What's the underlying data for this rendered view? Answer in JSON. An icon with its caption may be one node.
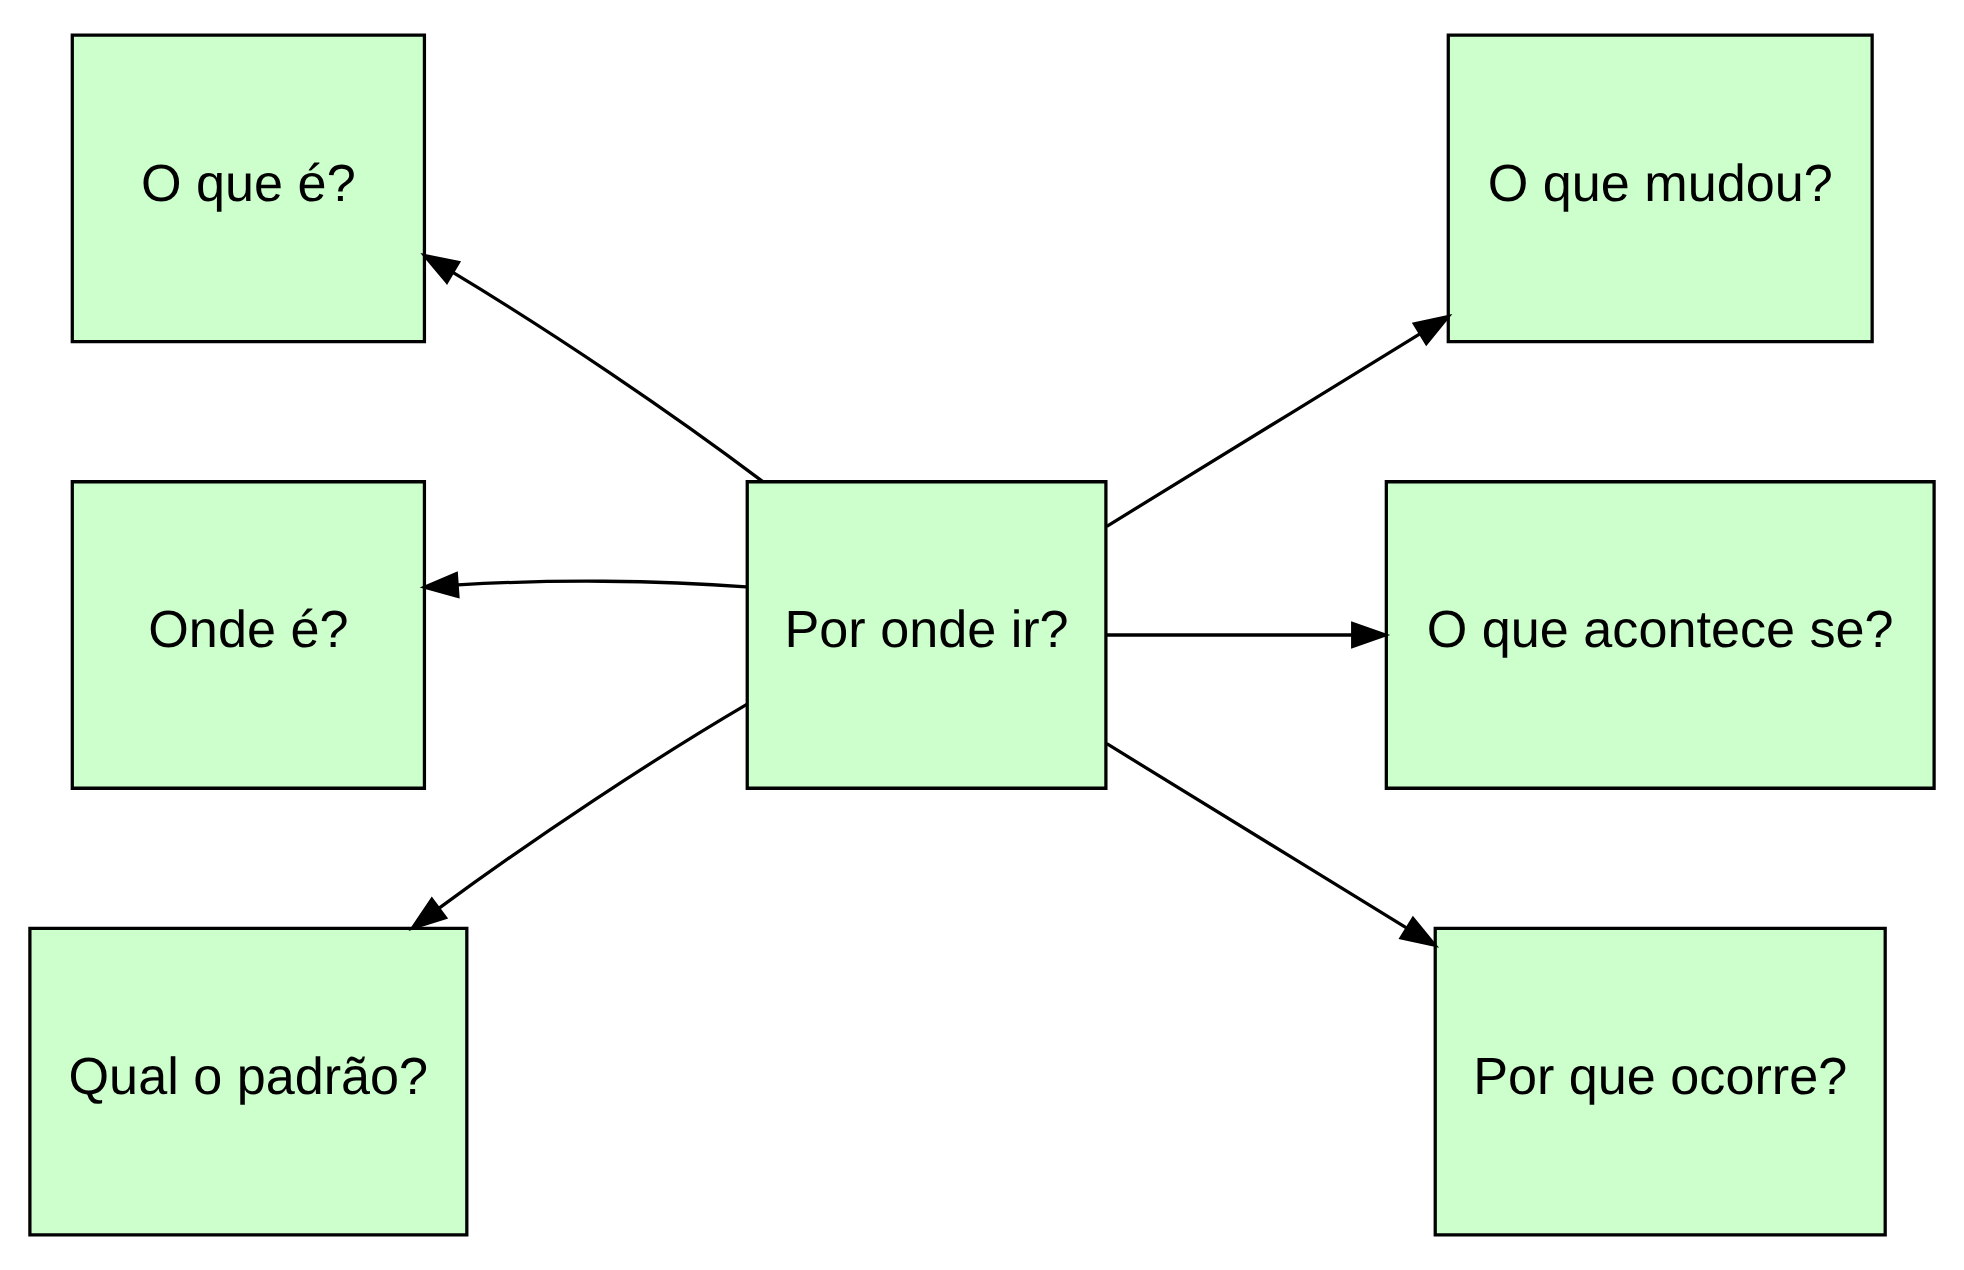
{
  "diagram": {
    "nodes": [
      {
        "text": [
          "O que é?"
        ]
      },
      {
        "text": [
          "O que mudou?"
        ]
      },
      {
        "text": [
          "Onde é?"
        ]
      },
      {
        "text": [
          "Por onde ir?"
        ]
      },
      {
        "text": [
          "O que acontece se?"
        ]
      },
      {
        "text": [
          "Qual o padrão?"
        ]
      },
      {
        "text": [
          "Por que ocorre?"
        ]
      }
    ],
    "edges": [
      {
        "from": 3,
        "to": 0,
        "arrow": "to"
      },
      {
        "from": 3,
        "to": 2,
        "arrow": "to"
      },
      {
        "from": 3,
        "to": 5,
        "arrow": "to"
      },
      {
        "from": 3,
        "to": 1,
        "arrow": "to"
      },
      {
        "from": 3,
        "to": 4,
        "arrow": "to"
      },
      {
        "from": 3,
        "to": 6,
        "arrow": "to"
      }
    ]
  }
}
